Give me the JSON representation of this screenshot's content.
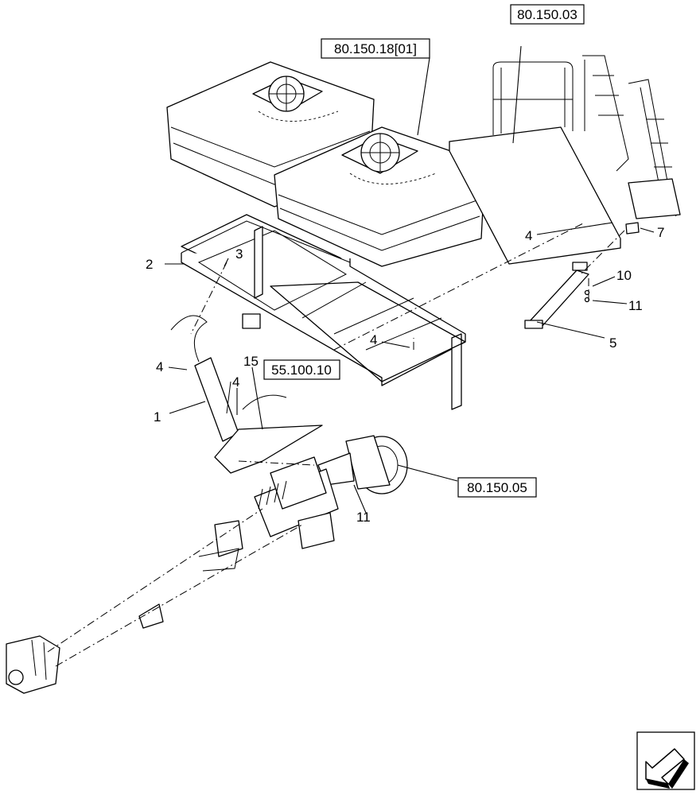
{
  "callouts": {
    "c1": "1",
    "c2": "2",
    "c3": "3",
    "c4a": "4",
    "c4b": "4",
    "c4c": "4",
    "c4d": "4",
    "c5": "5",
    "c7": "7",
    "c10": "10",
    "c11a": "11",
    "c11b": "11",
    "c15": "15"
  },
  "references": {
    "platform": "80.150.03",
    "tanks": "80.150.18[01]",
    "hydraulics": "55.100.10",
    "fan": "80.150.05"
  },
  "nav_icon": "arrow-back-icon"
}
